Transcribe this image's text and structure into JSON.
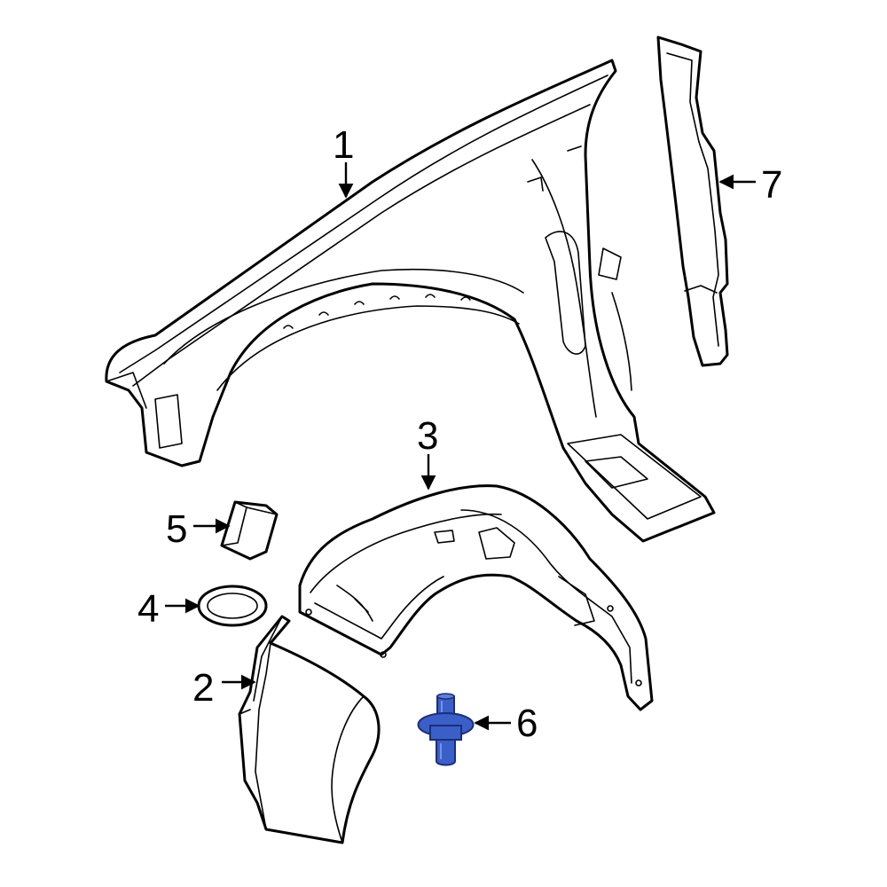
{
  "callouts": {
    "c1": "1",
    "c2": "2",
    "c3": "3",
    "c4": "4",
    "c5": "5",
    "c6": "6",
    "c7": "7"
  },
  "colors": {
    "highlight_fill": "#3a5fc8",
    "highlight_stroke": "#1a2f7a",
    "line": "#000000",
    "background": "#ffffff"
  },
  "highlighted_part": "6"
}
